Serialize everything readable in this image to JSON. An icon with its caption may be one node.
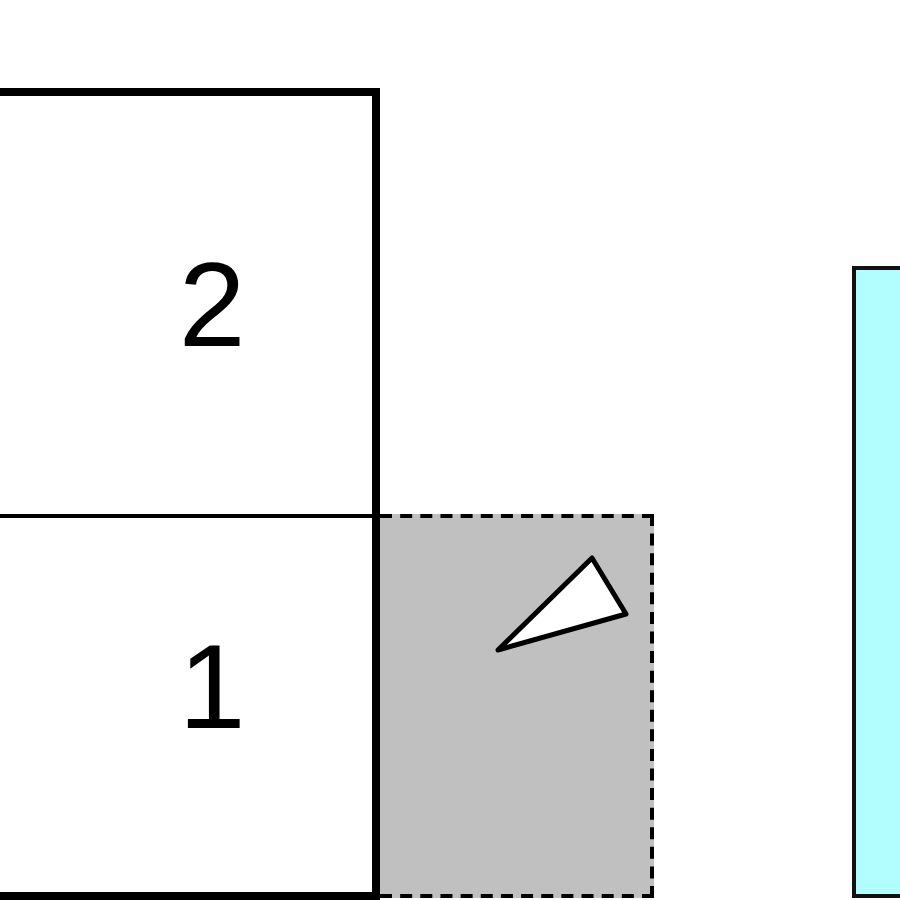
{
  "diagram": {
    "nodes": [
      {
        "text": [
          "2"
        ]
      },
      {
        "text": [
          "1"
        ]
      },
      {
        "text": [],
        "shape": "box"
      },
      {
        "text": [],
        "shape": "box"
      }
    ]
  }
}
